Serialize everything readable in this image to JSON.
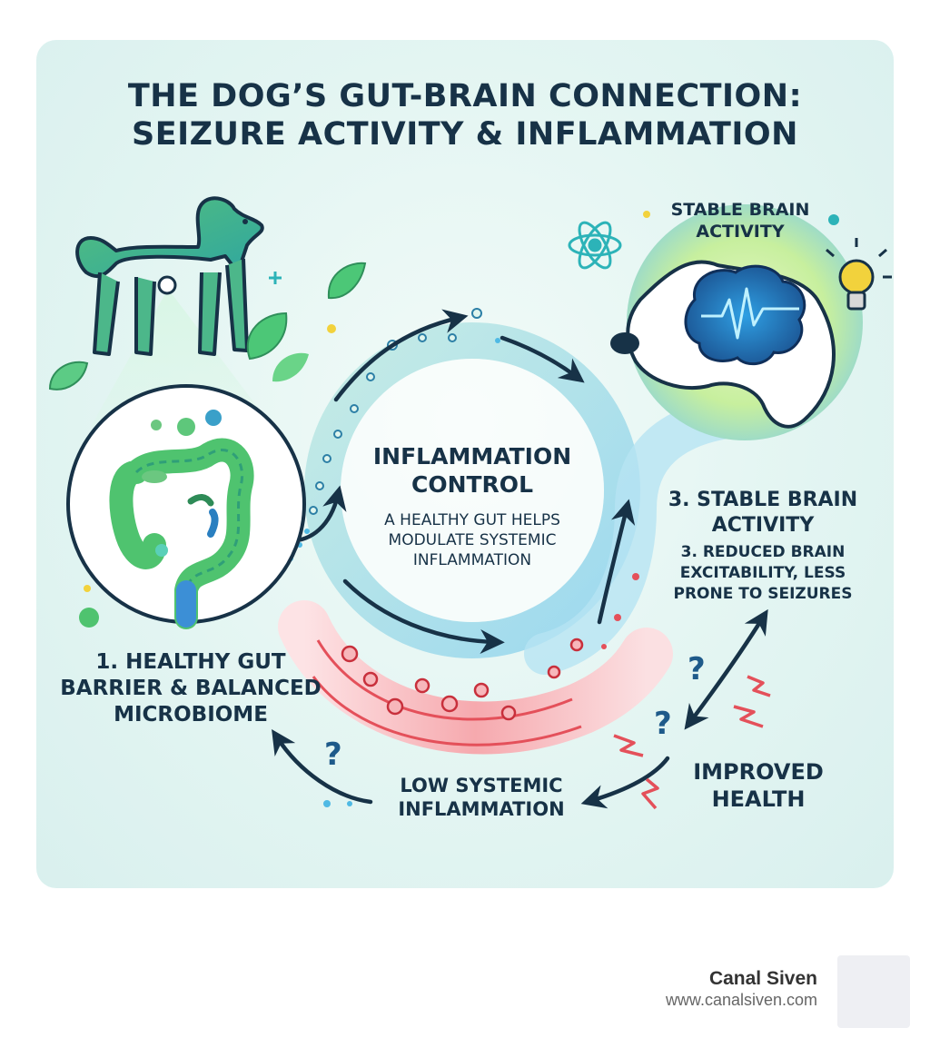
{
  "title": {
    "line1": "THE DOG’S GUT-BRAIN CONNECTION:",
    "line2": "SEIZURE ACTIVITY & INFLAMMATION"
  },
  "center": {
    "heading_line1": "INFLAMMATION",
    "heading_line2": "CONTROL",
    "text_line1": "A HEALTHY GUT HELPS",
    "text_line2": "MODULATE SYSTEMIC",
    "text_line3": "INFLAMMATION"
  },
  "gut_label": {
    "line1": "1. HEALTHY GUT",
    "line2": "BARRIER & BALANCED",
    "line3": "MICROBIOME"
  },
  "top_brain_label": {
    "line1": "STABLE BRAIN",
    "line2": "ACTIVITY"
  },
  "brain_label": {
    "heading_line1": "3. STABLE BRAIN",
    "heading_line2": "ACTIVITY",
    "text_line1": "3. REDUCED BRAIN",
    "text_line2": "EXCITABILITY, LESS",
    "text_line3": "PRONE TO SEIZURES"
  },
  "inflammation_label": {
    "line1": "LOW SYSTEMIC",
    "line2": "INFLAMMATION"
  },
  "health_label": {
    "line1": "IMPROVED",
    "line2": "HEALTH"
  },
  "brand": {
    "name": "Canal Siven",
    "url": "www.canalsiven.com"
  },
  "colors": {
    "text": "#173247",
    "green": "#3dbb6a",
    "teal": "#2cb3b8",
    "blue": "#4fb9e4",
    "red": "#e4505a",
    "yellow": "#f2d23c"
  }
}
